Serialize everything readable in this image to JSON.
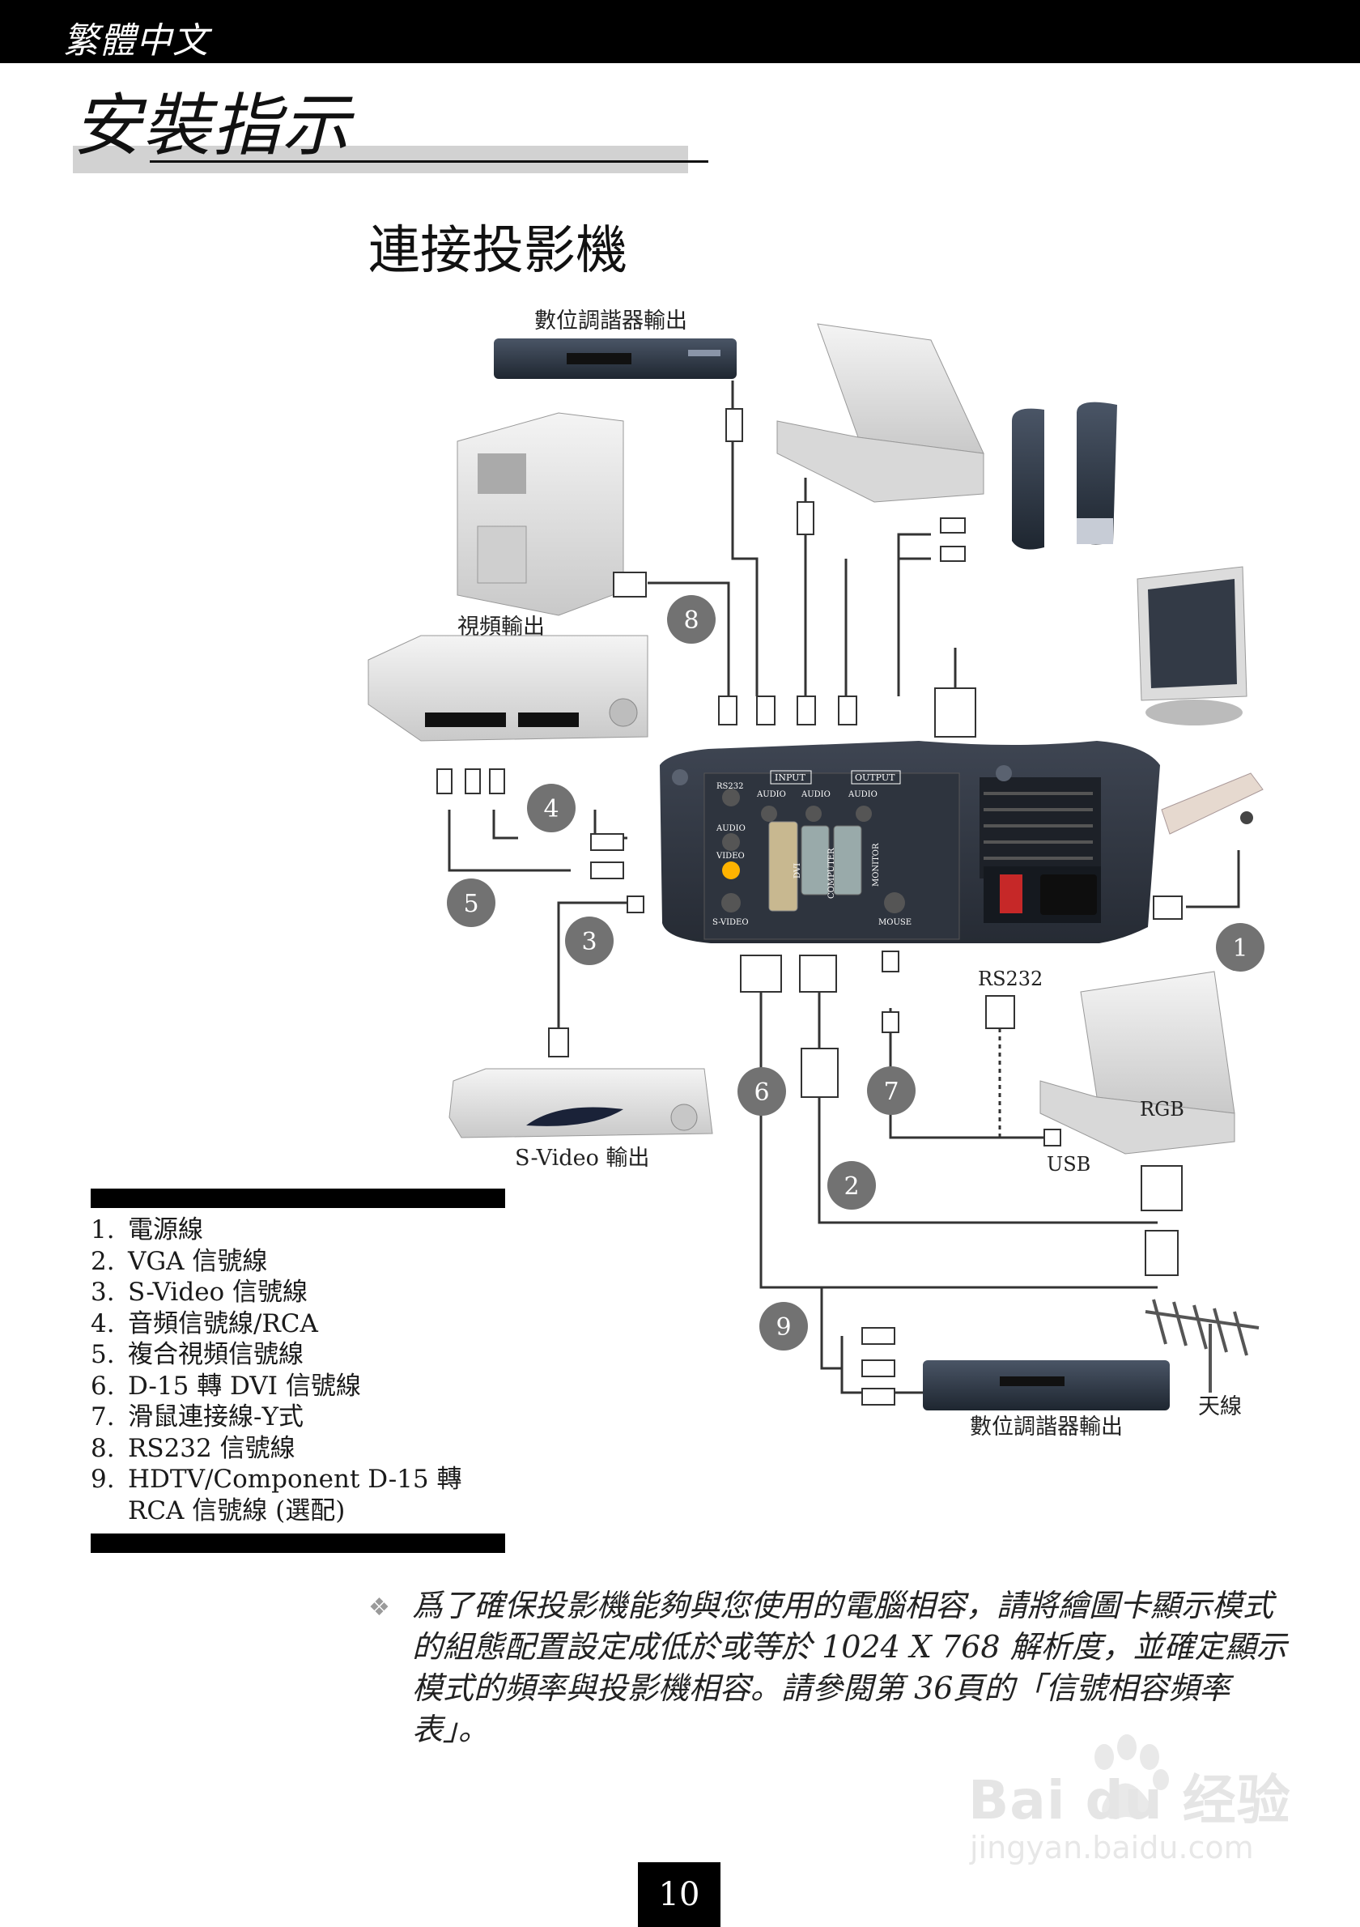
{
  "header": {
    "language": "繁體中文",
    "section": "安裝指示"
  },
  "page_subtitle": "連接投影機",
  "diagram": {
    "labels": {
      "dtv_out_top": "數位調諧器輸出",
      "video_out": "視頻輸出",
      "svideo_out": "S-Video 輸出",
      "dtv_out_bottom": "數位調諧器輸出",
      "antenna": "天線",
      "rs232": "RS232",
      "usb": "USB",
      "rgb": "RGB"
    },
    "panel": {
      "input": "INPUT",
      "output": "OUTPUT",
      "rs232": "RS232",
      "audio1": "AUDIO",
      "audio2": "AUDIO",
      "audio3": "AUDIO",
      "audio4": "AUDIO",
      "video": "VIDEO",
      "svideo": "S-VIDEO",
      "dvi": "DVI",
      "computer": "COMPUTER",
      "monitor": "MONITOR",
      "mouse": "MOUSE"
    },
    "callouts": [
      "1",
      "2",
      "3",
      "4",
      "5",
      "6",
      "7",
      "8",
      "9"
    ]
  },
  "legend": {
    "items": [
      {
        "num": "1.",
        "text": "電源線"
      },
      {
        "num": "2.",
        "text": "VGA 信號線"
      },
      {
        "num": "3.",
        "text": "S-Video 信號線"
      },
      {
        "num": "4.",
        "text": "音頻信號線/RCA"
      },
      {
        "num": "5.",
        "text": "複合視頻信號線"
      },
      {
        "num": "6.",
        "text": "D-15 轉 DVI 信號線"
      },
      {
        "num": "7.",
        "text": "滑鼠連接線-Y式"
      },
      {
        "num": "8.",
        "text": "RS232 信號線"
      },
      {
        "num": "9.",
        "text": "HDTV/Component D-15 轉 RCA 信號線 (選配)"
      }
    ]
  },
  "note": {
    "bullet": "❖",
    "text": "爲了確保投影機能夠與您使用的電腦相容，請將繪圖卡顯示模式的組態配置設定成低於或等於 1024 X 768 解析度，並確定顯示模式的頻率與投影機相容。請參閱第 36頁的「信號相容頻率表」。"
  },
  "page_number": "10",
  "watermark": {
    "main": "Bai du 经验",
    "sub": "jingyan.baidu.com"
  }
}
